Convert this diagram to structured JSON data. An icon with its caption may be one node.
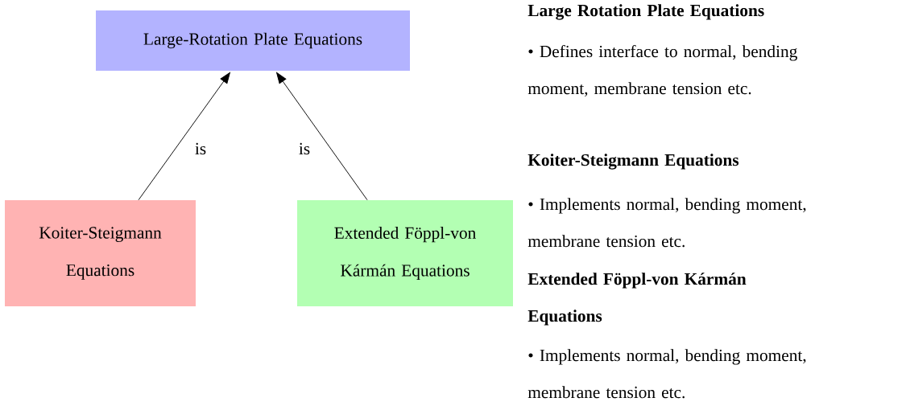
{
  "diagram": {
    "nodes": [
      {
        "text": [
          "Large-Rotation Plate Equations"
        ]
      },
      {
        "text": [
          "Koiter-Steigmann Equations"
        ]
      },
      {
        "text": [
          "Extended Föppl-von Kármán Equations"
        ]
      }
    ],
    "edges": [
      {
        "from": 1,
        "to": 0,
        "arrow": "to",
        "label": "is"
      },
      {
        "from": 2,
        "to": 0,
        "arrow": "to",
        "label": "is"
      }
    ],
    "labels": [
      "Large Rotation Plate Equations",
      "• Defines interface to normal, bending moment, membrane tension etc.",
      "Koiter-Steigmann Equations",
      "• Implements normal, bending moment, membrane tension etc.",
      "Extended Föppl-von Kármán Equations",
      "• Implements normal, bending moment, membrane tension etc."
    ]
  }
}
